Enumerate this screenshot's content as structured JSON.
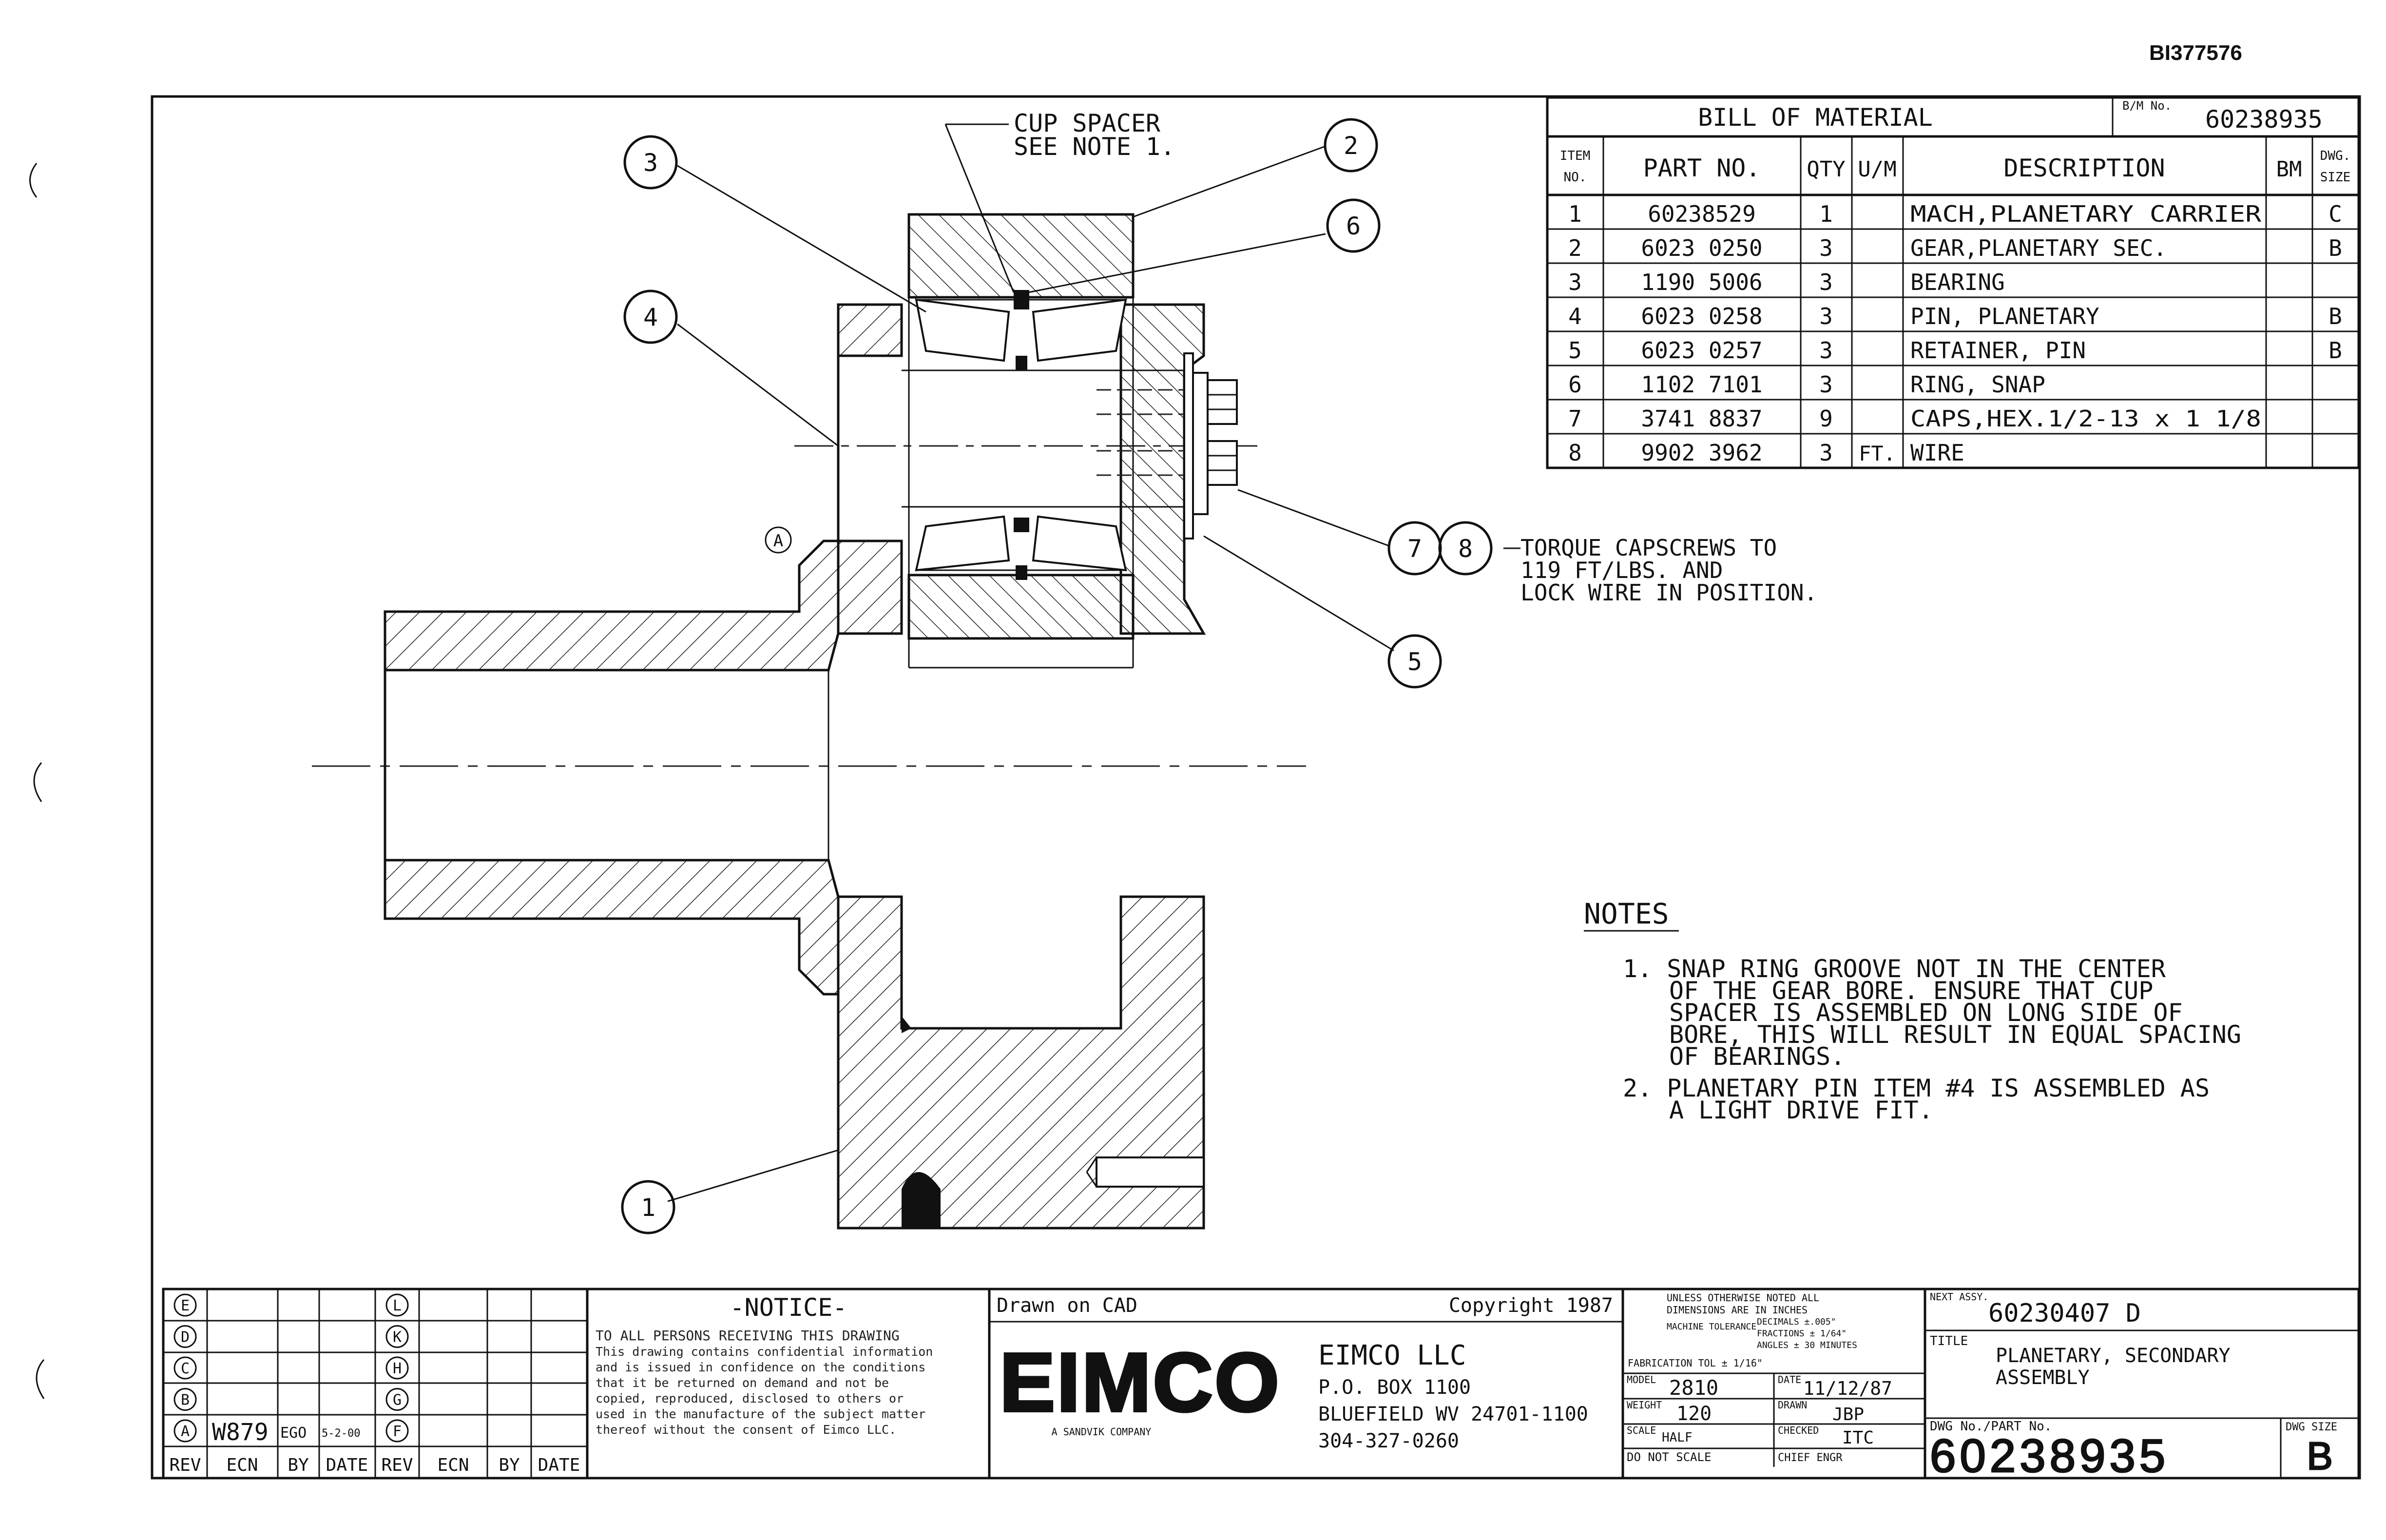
{
  "doc_id": "BI377576",
  "bom": {
    "title": "BILL OF MATERIAL",
    "bm_no_label": "B/M No.",
    "bm_no": "60238935",
    "headers": {
      "item_line1": "ITEM",
      "item_line2": "NO.",
      "part": "PART NO.",
      "qty": "QTY",
      "um": "U/M",
      "desc": "DESCRIPTION",
      "bm": "BM",
      "size_line1": "DWG.",
      "size_line2": "SIZE"
    },
    "rows": [
      {
        "item": "1",
        "part": "60238529",
        "qty": "1",
        "um": "",
        "desc": "MACH,PLANETARY CARRIER",
        "bm": "",
        "size": "C"
      },
      {
        "item": "2",
        "part": "6023 0250",
        "qty": "3",
        "um": "",
        "desc": "GEAR,PLANETARY SEC.",
        "bm": "",
        "size": "B"
      },
      {
        "item": "3",
        "part": "1190 5006",
        "qty": "3",
        "um": "",
        "desc": "BEARING",
        "bm": "",
        "size": ""
      },
      {
        "item": "4",
        "part": "6023 0258",
        "qty": "3",
        "um": "",
        "desc": "PIN, PLANETARY",
        "bm": "",
        "size": "B"
      },
      {
        "item": "5",
        "part": "6023 0257",
        "qty": "3",
        "um": "",
        "desc": "RETAINER, PIN",
        "bm": "",
        "size": "B"
      },
      {
        "item": "6",
        "part": "1102 7101",
        "qty": "3",
        "um": "",
        "desc": "RING, SNAP",
        "bm": "",
        "size": ""
      },
      {
        "item": "7",
        "part": "3741 8837",
        "qty": "9",
        "um": "",
        "desc": "CAPS,HEX.1/2-13 x 1 1/8",
        "bm": "",
        "size": ""
      },
      {
        "item": "8",
        "part": "9902 3962",
        "qty": "3",
        "um": "FT.",
        "desc": "WIRE",
        "bm": "",
        "size": ""
      }
    ]
  },
  "callouts": {
    "c1": "1",
    "c2": "2",
    "c3": "3",
    "c4": "4",
    "c5": "5",
    "c6": "6",
    "c7": "7",
    "c8": "8",
    "a": "A"
  },
  "annotations": {
    "cup_line1": "CUP SPACER",
    "cup_line2": "SEE NOTE 1.",
    "torque_line1": "TORQUE CAPSCREWS TO",
    "torque_line2": "119 FT/LBS. AND",
    "torque_line3": "LOCK WIRE IN POSITION."
  },
  "notes": {
    "title": "NOTES",
    "n1": [
      "1.  SNAP RING GROOVE NOT IN THE CENTER",
      "OF THE GEAR BORE. ENSURE THAT CUP",
      "SPACER IS ASSEMBLED ON LONG SIDE OF",
      "BORE, THIS WILL RESULT IN EQUAL SPACING",
      "OF BEARINGS."
    ],
    "n2": [
      "2.  PLANETARY PIN ITEM #4 IS ASSEMBLED AS",
      "A LIGHT DRIVE FIT."
    ]
  },
  "revisions": {
    "letters_left": [
      "E",
      "D",
      "C",
      "B",
      "A"
    ],
    "letters_right": [
      "L",
      "K",
      "H",
      "G",
      "F"
    ],
    "row_a": {
      "ecn": "W879",
      "by": "EGO",
      "date": "5-2-00"
    },
    "footer": [
      "REV",
      "ECN",
      "BY",
      "DATE",
      "REV",
      "ECN",
      "BY",
      "DATE"
    ]
  },
  "notice": {
    "title": "-NOTICE-",
    "lines": [
      "TO ALL PERSONS RECEIVING THIS DRAWING",
      "This drawing contains confidential information",
      "and is issued in confidence on the conditions",
      "that it be returned on demand and not be",
      "copied, reproduced, disclosed to others or",
      "used in the manufacture of the subject matter",
      "thereof without the consent of Eimco LLC."
    ]
  },
  "company": {
    "drawn_on": "Drawn on CAD",
    "copyright": "Copyright 1987",
    "logo": "EIMCO",
    "logo_sub": "A SANDVIK COMPANY",
    "name": "EIMCO LLC",
    "po": "P.O. BOX 1100",
    "city": "BLUEFIELD WV 24701-1100",
    "phone": "304-327-0260"
  },
  "tolerance": {
    "lines": [
      "UNLESS OTHERWISE NOTED ALL",
      "DIMENSIONS ARE IN INCHES",
      "MACHINE TOLERANCE",
      "DECIMALS ±.005\"",
      "FRACTIONS ± 1/64\"",
      "ANGLES ± 30 MINUTES",
      "FABRICATION TOL ± 1/16\""
    ]
  },
  "title_block": {
    "model_label": "MODEL",
    "model": "2810",
    "date_label": "DATE",
    "date": "11/12/87",
    "weight_label": "WEIGHT",
    "weight": "120",
    "drawn_label": "DRAWN",
    "drawn": "JBP",
    "scale_label": "SCALE",
    "scale": "HALF",
    "checked_label": "CHECKED",
    "checked": "ITC",
    "dns": "DO NOT SCALE",
    "chief_label": "CHIEF ENGR",
    "next_assy_label": "NEXT ASSY.",
    "next_assy": "60230407 D",
    "title_label": "TITLE",
    "title_line1": "PLANETARY, SECONDARY",
    "title_line2": "ASSEMBLY",
    "dwg_no_label": "DWG No./PART No.",
    "dwg_no": "60238935",
    "dwg_size_label": "DWG SIZE",
    "dwg_size": "B"
  }
}
